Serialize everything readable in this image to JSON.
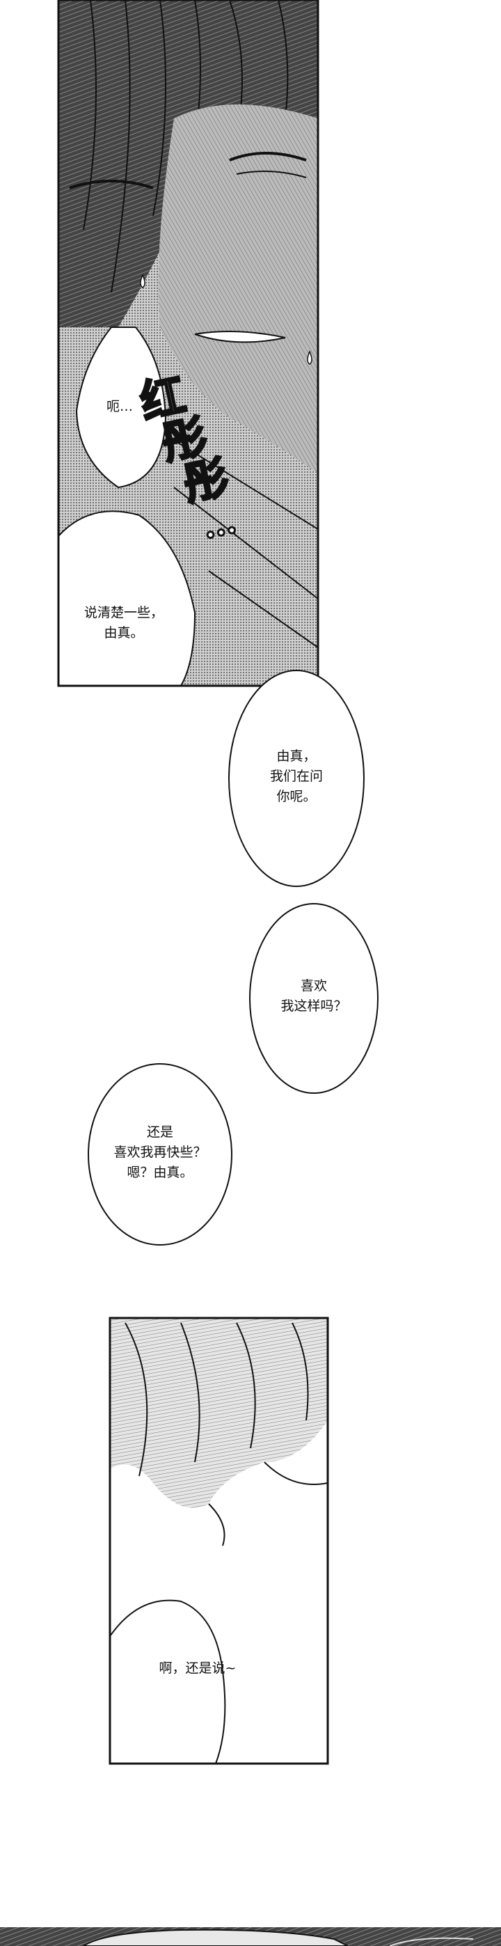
{
  "panel1": {
    "bubble1": "呃…",
    "sfx": [
      "红",
      "彤",
      "彤",
      "…"
    ],
    "bubble2": "说清楚一些，\n由真。"
  },
  "floating": {
    "bubble3": "由真，\n我们在问\n你呢。",
    "bubble4": "喜欢\n我这样吗？",
    "bubble5": "还是\n喜欢我再快些？\n嗯？由真。"
  },
  "panel2": {
    "bubble6": "啊，还是说~"
  }
}
